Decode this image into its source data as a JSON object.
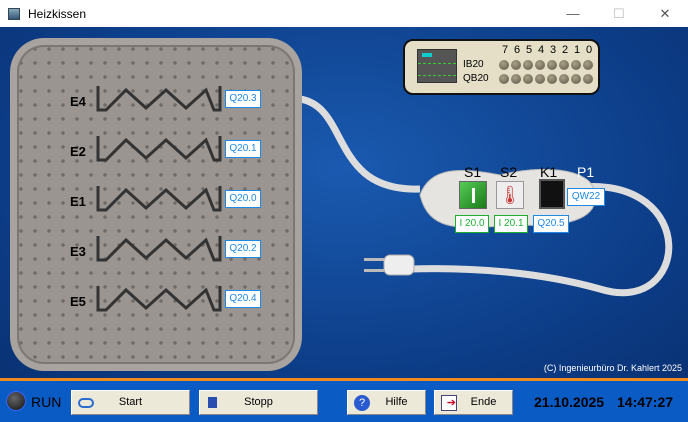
{
  "window": {
    "title": "Heizkissen",
    "minimize": "—",
    "maximize": "☐",
    "close": "✕"
  },
  "pad": {
    "elements": [
      {
        "label": "E4",
        "address": "Q20.3"
      },
      {
        "label": "E2",
        "address": "Q20.1"
      },
      {
        "label": "E1",
        "address": "Q20.0"
      },
      {
        "label": "E3",
        "address": "Q20.2"
      },
      {
        "label": "E5",
        "address": "Q20.4"
      }
    ]
  },
  "plc": {
    "bits": [
      "7",
      "6",
      "5",
      "4",
      "3",
      "2",
      "1",
      "0"
    ],
    "input_label": "IB20",
    "output_label": "QB20",
    "inputs": [
      0,
      0,
      0,
      0,
      0,
      0,
      0,
      0
    ],
    "outputs": [
      0,
      0,
      0,
      0,
      0,
      0,
      0,
      0
    ]
  },
  "controller": {
    "s1_label": "S1",
    "s1_address": "I 20.0",
    "s2_label": "S2",
    "s2_address": "I 20.1",
    "k1_label": "K1",
    "k1_address": "Q20.5",
    "p1_label": "P1",
    "p1_address": "QW22"
  },
  "copyright": "(C) Ingenieurbüro Dr. Kahlert 2025",
  "status": {
    "run_label": "RUN"
  },
  "buttons": {
    "start": "Start",
    "stop": "Stopp",
    "help": "Hilfe",
    "end": "Ende"
  },
  "clock": {
    "date": "21.10.2025",
    "time": "14:47:27"
  }
}
